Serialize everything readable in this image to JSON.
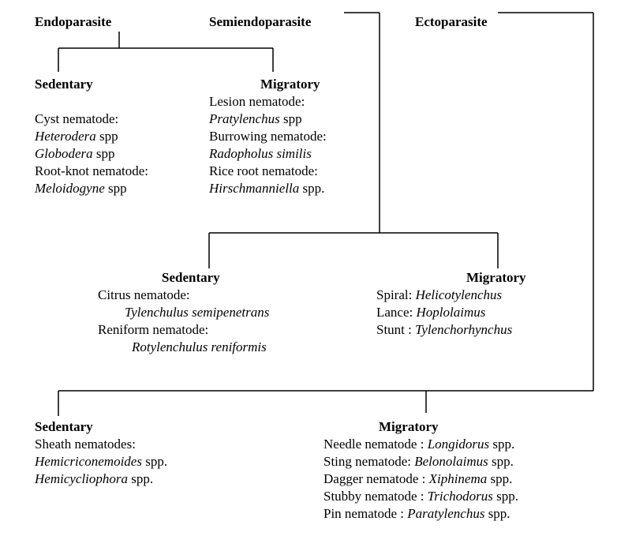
{
  "diagram": {
    "top_categories": {
      "endoparasite": "Endoparasite",
      "semiendoparasite": "Semiendoparasite",
      "ectoparasite": "Ectoparasite"
    },
    "endo": {
      "sedentary": {
        "heading": "Sedentary",
        "lines": [
          {
            "text": "Cyst nematode:"
          },
          {
            "genus": "Heterodera",
            "suffix": " spp"
          },
          {
            "genus": "Globodera",
            "suffix": " spp"
          },
          {
            "text": "Root-knot nematode:"
          },
          {
            "genus": "Meloidogyne",
            "suffix": " spp"
          }
        ]
      },
      "migratory": {
        "heading": "Migratory",
        "lines": [
          {
            "text": "Lesion nematode:"
          },
          {
            "genus": "Pratylenchus",
            "suffix": " spp"
          },
          {
            "text": "Burrowing nematode:"
          },
          {
            "genus": "Radopholus similis",
            "suffix": ""
          },
          {
            "text": "Rice root nematode:"
          },
          {
            "genus": "Hirschmanniella",
            "suffix": " spp."
          }
        ]
      }
    },
    "semi": {
      "sedentary": {
        "heading": "Sedentary",
        "lines": [
          {
            "text": "Citrus nematode:"
          },
          {
            "genus": "Tylenchulus semipenetrans"
          },
          {
            "text": "Reniform nematode:"
          },
          {
            "genus": "Rotylenchulus reniformis"
          }
        ]
      },
      "migratory": {
        "heading": "Migratory",
        "lines": [
          {
            "prefix": "Spiral: ",
            "genus": "Helicotylenchus"
          },
          {
            "prefix": "Lance: ",
            "genus": "Hoplolaimus"
          },
          {
            "prefix": "Stunt : ",
            "genus": "Tylenchorhynchus"
          }
        ]
      }
    },
    "ecto": {
      "sedentary": {
        "heading": "Sedentary",
        "lines": [
          {
            "text": "Sheath nematodes:"
          },
          {
            "genus": "Hemicriconemoides",
            "suffix": " spp."
          },
          {
            "genus": "Hemicycliophora",
            "suffix": " spp."
          }
        ]
      },
      "migratory": {
        "heading": "Migratory",
        "lines": [
          {
            "prefix": "Needle nematode : ",
            "genus": "Longidorus",
            "suffix": " spp."
          },
          {
            "prefix": "Sting nematode: ",
            "genus": "Belonolaimus",
            "suffix": " spp."
          },
          {
            "prefix": "Dagger nematode : ",
            "genus": "Xiphinema",
            "suffix": " spp."
          },
          {
            "prefix": "Stubby nematode : ",
            "genus": "Trichodorus",
            "suffix": " spp."
          },
          {
            "prefix": "Pin nematode : ",
            "genus": "Paratylenchus",
            "suffix": " spp."
          }
        ]
      }
    }
  }
}
